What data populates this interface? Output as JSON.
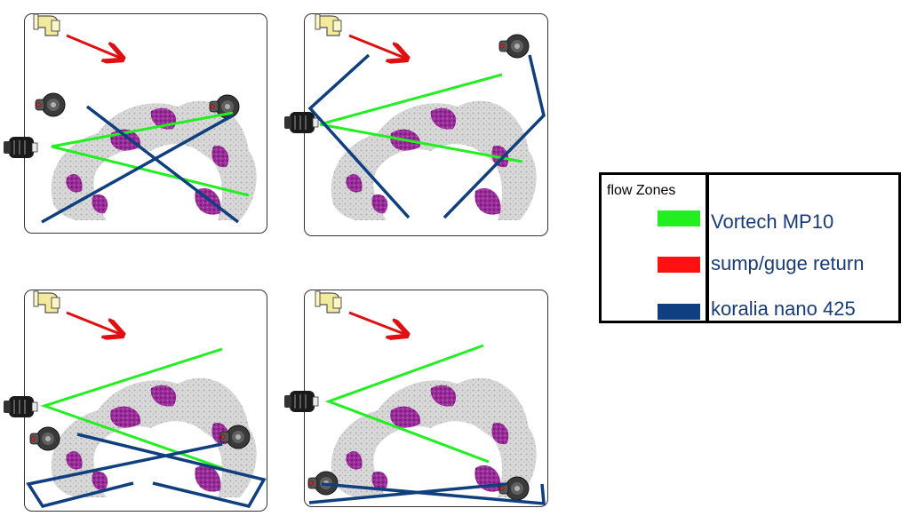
{
  "legend": {
    "title": "flow Zones",
    "items": [
      {
        "label": "Vortech MP10",
        "color": "#22ee22"
      },
      {
        "label": "sump/guge return",
        "color": "#ff1111"
      },
      {
        "label": "koralia nano 425",
        "color": "#0f3f7e"
      }
    ]
  },
  "colors": {
    "rock_gray": "#c8c8c8",
    "coral_purple": "#8a1a8a",
    "mp10": "#22ee22",
    "return": "#e01010",
    "koralia": "#0f3f7e",
    "elbow": "#f4ea9c"
  },
  "icons": {
    "return_fitting": "pvc-elbow-icon",
    "mp10_pump": "vortech-pump-icon",
    "koralia_pump": "koralia-pump-icon"
  }
}
